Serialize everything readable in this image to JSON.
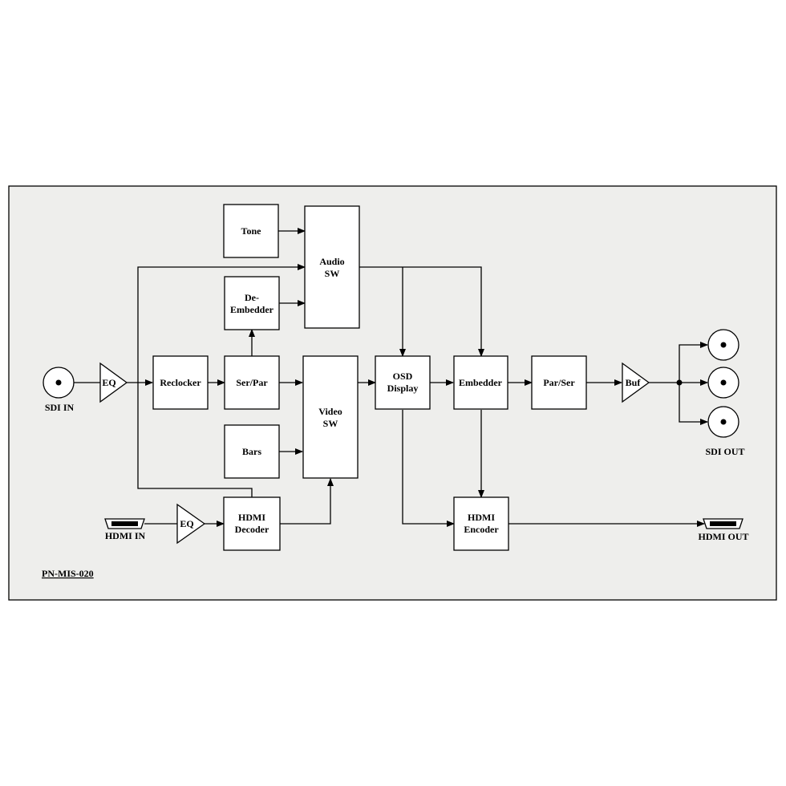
{
  "blocks": {
    "tone": "Tone",
    "audio_sw": [
      "Audio",
      "SW"
    ],
    "de_embedder": [
      "De-",
      "Embedder"
    ],
    "reclocker": "Reclocker",
    "ser_par": "Ser/Par",
    "video_sw": [
      "Video",
      "SW"
    ],
    "bars": "Bars",
    "osd_display": [
      "OSD",
      "Display"
    ],
    "embedder": "Embedder",
    "par_ser": "Par/Ser",
    "hdmi_decoder": [
      "HDMI",
      "Decoder"
    ],
    "hdmi_encoder": [
      "HDMI",
      "Encoder"
    ]
  },
  "amplifiers": {
    "eq_sdi": "EQ",
    "eq_hdmi": "EQ",
    "buf": "Buf"
  },
  "connectors": {
    "sdi_in": "SDI IN",
    "sdi_out": "SDI OUT",
    "hdmi_in": "HDMI IN",
    "hdmi_out": "HDMI OUT"
  },
  "part_number": "PN-MIS-020",
  "colors": {
    "panel_background": "#eeeeec",
    "line": "#000000",
    "block_fill": "#ffffff"
  }
}
